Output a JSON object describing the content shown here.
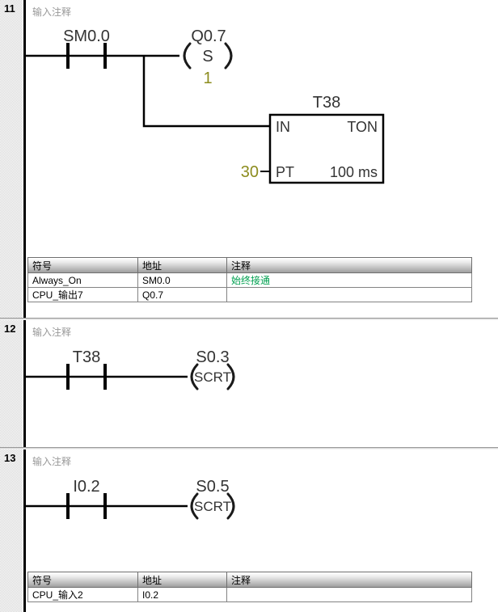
{
  "app": {
    "view": "plc-ladder-program-editor"
  },
  "colors": {
    "operand_olive": "#8c8c1e",
    "symbol_comment_green": "#00a050",
    "network_comment_gray": "#989898",
    "ladder_text": "#333333"
  },
  "networks": [
    {
      "number": "11",
      "comment": "输入注释",
      "elements": {
        "contact": "SM0.0",
        "coil_label": "Q0.7",
        "coil_symbol": "S",
        "coil_operand": "1",
        "timer_label": "T38",
        "timer_in": "IN",
        "timer_type": "TON",
        "timer_pt": "PT",
        "timer_base": "100 ms",
        "timer_preset": "30"
      },
      "table": {
        "headers": [
          "符号",
          "地址",
          "注释"
        ],
        "rows": [
          {
            "symbol": "Always_On",
            "address": "SM0.0",
            "comment": "始终接通"
          },
          {
            "symbol": "CPU_输出7",
            "address": "Q0.7",
            "comment": ""
          }
        ]
      }
    },
    {
      "number": "12",
      "comment": "输入注释",
      "elements": {
        "contact": "T38",
        "coil_label": "S0.3",
        "coil_symbol": "SCRT"
      }
    },
    {
      "number": "13",
      "comment": "输入注释",
      "elements": {
        "contact": "I0.2",
        "coil_label": "S0.5",
        "coil_symbol": "SCRT"
      },
      "table": {
        "headers": [
          "符号",
          "地址",
          "注释"
        ],
        "rows": [
          {
            "symbol": "CPU_输入2",
            "address": "I0.2",
            "comment": ""
          }
        ]
      }
    }
  ]
}
